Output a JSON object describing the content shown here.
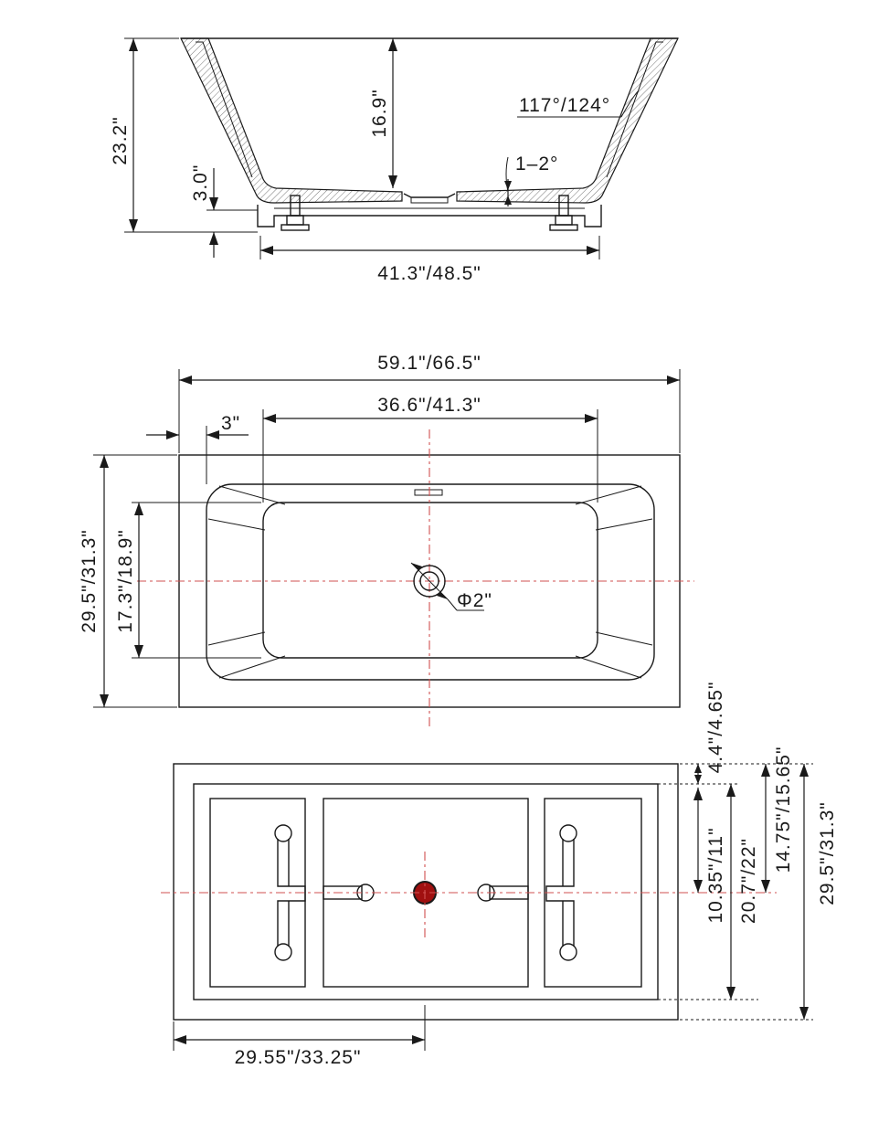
{
  "side_view": {
    "height_total": "23.2\"",
    "inner_depth": "16.9\"",
    "base_height": "3.0\"",
    "angle": "117°/124°",
    "slope": "1–2°",
    "base_width": "41.3\"/48.5\""
  },
  "top_view": {
    "length": "59.1\"/66.5\"",
    "inner_length": "36.6\"/41.3\"",
    "rim_offset": "3\"",
    "width": "29.5\"/31.3\"",
    "inner_width": "17.3\"/18.9\"",
    "drain_diameter": "Φ2\""
  },
  "bottom_view": {
    "drain_offset_length": "29.55\"/33.25\"",
    "edge_offset": "4.4\"/4.65\"",
    "frame_width_inner": "10.35\"/11\"",
    "frame_width": "20.7\"/22\"",
    "drain_offset_width": "14.75\"/15.65\"",
    "width": "29.5\"/31.3\""
  },
  "colors": {
    "line": "#1a1a1a",
    "centerline": "#d05050",
    "drain": "#a01010"
  }
}
